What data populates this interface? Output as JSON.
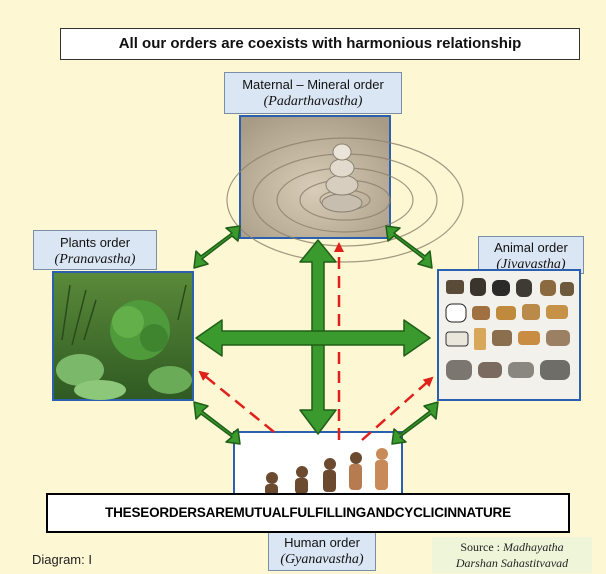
{
  "title": "All our orders are coexists with harmonious relationship",
  "nodes": {
    "top": {
      "name": "Maternal – Mineral order",
      "sub": "(Padarthavastha)",
      "image": "zen-stones-image"
    },
    "left": {
      "name": "Plants order",
      "sub": "(Pranavastha)",
      "image": "plants-image"
    },
    "right": {
      "name": "Animal order",
      "sub": "(Jivavastha)",
      "image": "animals-image"
    },
    "bottom": {
      "name": "Human order",
      "sub": "(Gyanavastha)",
      "image": "human-evolution-image"
    }
  },
  "banner": "THESEORDERSAREMUTUALFULFILLINGANDCYCLICINNATURE",
  "diagram_label": "Diagram: I",
  "source": {
    "prefix": "Source :",
    "line1": "Madhayatha",
    "line2": "Darshan Sahastitvavad"
  },
  "colors": {
    "background": "#fdf7d3",
    "arrow": "#3a9a2e",
    "arrow_outline": "#1f5f17",
    "dashed": "#e0201b",
    "label_box": "#dbe6f4"
  }
}
